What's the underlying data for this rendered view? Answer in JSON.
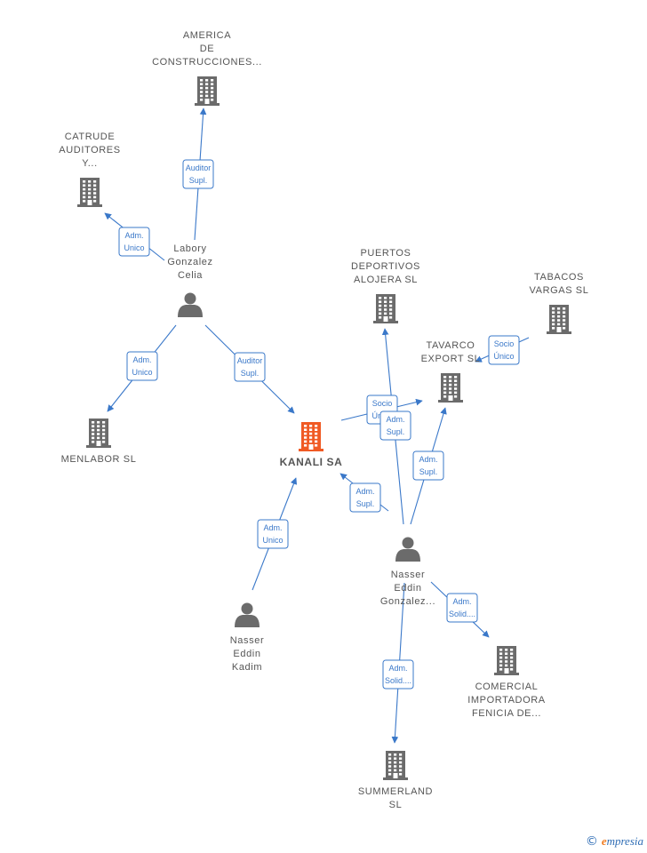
{
  "colors": {
    "edge": "#3a78c9",
    "node": "#6b6b6b",
    "focus": "#f05a24",
    "label": "#555555"
  },
  "nodes": [
    {
      "id": "kanali",
      "type": "company",
      "focus": true,
      "lines": [
        "KANALI SA"
      ]
    },
    {
      "id": "america",
      "type": "company",
      "lines": [
        "AMERICA",
        "DE",
        "CONSTRUCCIONES..."
      ]
    },
    {
      "id": "catrude",
      "type": "company",
      "lines": [
        "CATRUDE",
        "AUDITORES",
        "Y..."
      ]
    },
    {
      "id": "labory",
      "type": "person",
      "lines": [
        "Labory",
        "Gonzalez",
        "Celia"
      ]
    },
    {
      "id": "menlabor",
      "type": "company",
      "lines": [
        "MENLABOR SL"
      ]
    },
    {
      "id": "puertos",
      "type": "company",
      "lines": [
        "PUERTOS",
        "DEPORTIVOS",
        "ALOJERA SL"
      ]
    },
    {
      "id": "tabacos",
      "type": "company",
      "lines": [
        "TABACOS",
        "VARGAS SL"
      ]
    },
    {
      "id": "tavarco",
      "type": "company",
      "lines": [
        "TAVARCO",
        "EXPORT SL"
      ]
    },
    {
      "id": "nasser_gonz",
      "type": "person",
      "lines": [
        "Nasser",
        "Eddin",
        "Gonzalez..."
      ]
    },
    {
      "id": "nasser_kadim",
      "type": "person",
      "lines": [
        "Nasser",
        "Eddin",
        "Kadim"
      ]
    },
    {
      "id": "comercial",
      "type": "company",
      "lines": [
        "COMERCIAL",
        "IMPORTADORA",
        "FENICIA DE..."
      ]
    },
    {
      "id": "summerland",
      "type": "company",
      "lines": [
        "SUMMERLAND",
        "SL"
      ]
    }
  ],
  "edges": [
    {
      "from": "labory",
      "to": "america",
      "label": [
        "Auditor",
        "Supl."
      ]
    },
    {
      "from": "labory",
      "to": "catrude",
      "label": [
        "Adm.",
        "Unico"
      ]
    },
    {
      "from": "labory",
      "to": "menlabor",
      "label": [
        "Adm.",
        "Unico"
      ]
    },
    {
      "from": "labory",
      "to": "kanali",
      "label": [
        "Auditor",
        "Supl."
      ]
    },
    {
      "from": "nasser_kadim",
      "to": "kanali",
      "label": [
        "Adm.",
        "Unico"
      ]
    },
    {
      "from": "nasser_gonz",
      "to": "kanali",
      "label": [
        "Adm.",
        "Supl."
      ]
    },
    {
      "from": "kanali",
      "to": "tavarco",
      "label": [
        "Socio",
        "Único"
      ]
    },
    {
      "from": "tabacos",
      "to": "tavarco",
      "label": [
        "Socio",
        "Único"
      ]
    },
    {
      "from": "nasser_gonz",
      "to": "puertos",
      "label": [
        "Adm.",
        "Supl."
      ]
    },
    {
      "from": "nasser_gonz",
      "to": "tavarco",
      "label": [
        "Adm.",
        "Supl."
      ]
    },
    {
      "from": "nasser_gonz",
      "to": "comercial",
      "label": [
        "Adm.",
        "Solid...."
      ]
    },
    {
      "from": "nasser_gonz",
      "to": "summerland",
      "label": [
        "Adm.",
        "Solid...."
      ]
    }
  ],
  "footer": {
    "copyright": "©",
    "brand_initial": "e",
    "brand_rest": "mpresia"
  }
}
